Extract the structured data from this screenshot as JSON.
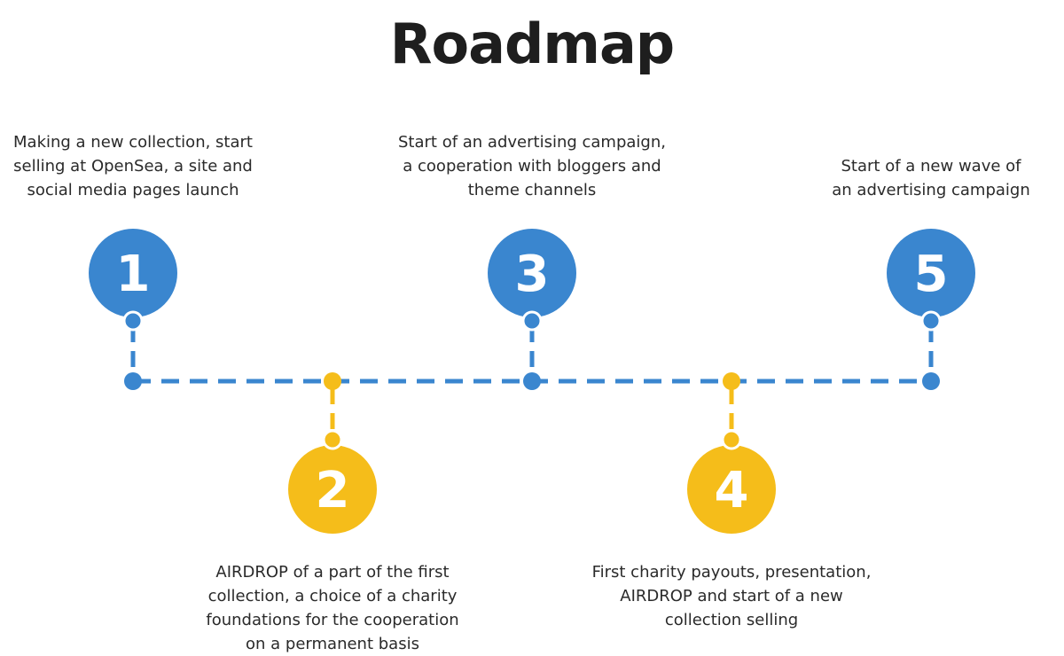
{
  "title": "Roadmap",
  "colors": {
    "blue": "#3a86cf",
    "yellow": "#f5bd1a",
    "text": "#2a2a2a",
    "title": "#1e1e1e"
  },
  "steps": [
    {
      "number": "1",
      "color": "blue",
      "lines": [
        "Making a new collection, start",
        "selling at OpenSea, a site and",
        "social media pages launch"
      ]
    },
    {
      "number": "2",
      "color": "yellow",
      "lines": [
        "AIRDROP of a part of the first",
        "collection, a choice of a charity",
        "foundations for the cooperation",
        "on a permanent basis"
      ]
    },
    {
      "number": "3",
      "color": "blue",
      "lines": [
        "Start of an advertising campaign,",
        "a cooperation with bloggers and",
        "theme channels"
      ]
    },
    {
      "number": "4",
      "color": "yellow",
      "lines": [
        "First charity payouts, presentation,",
        "AIRDROP and start of a new",
        "collection selling"
      ]
    },
    {
      "number": "5",
      "color": "blue",
      "lines": [
        "Start of a new wave of",
        "an advertising campaign"
      ]
    }
  ]
}
